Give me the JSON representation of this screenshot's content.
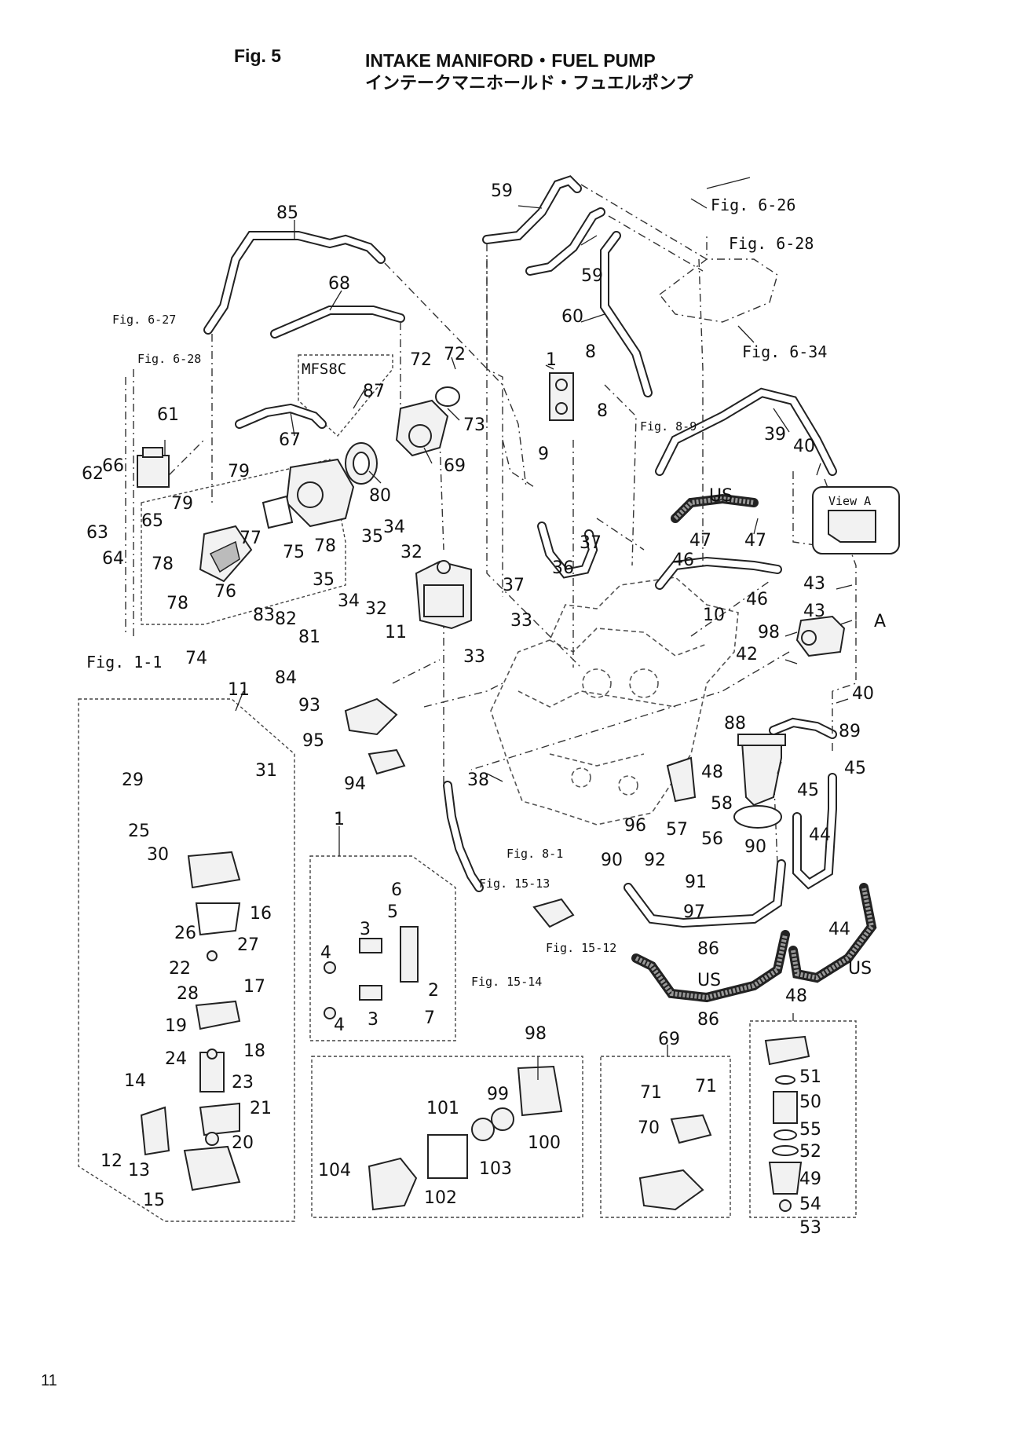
{
  "header": {
    "fig_no": "Fig. 5",
    "title_en": "INTAKE MANIFORD・FUEL PUMP",
    "title_jp": "インテークマニホールド・フュエルポンプ"
  },
  "page_number": "11",
  "view_a": {
    "label": "View A"
  },
  "variant_label": "MFS8C",
  "callouts": {
    "c1": "1",
    "c1b": "1",
    "c2": "2",
    "c3a": "3",
    "c3b": "3",
    "c4a": "4",
    "c4b": "4",
    "c5": "5",
    "c6": "6",
    "c7": "7",
    "c8a": "8",
    "c8b": "8",
    "c9": "9",
    "c10": "10",
    "c11a": "11",
    "c11b": "11",
    "c12": "12",
    "c13": "13",
    "c14": "14",
    "c15": "15",
    "c16": "16",
    "c17": "17",
    "c18": "18",
    "c19": "19",
    "c20": "20",
    "c21": "21",
    "c22": "22",
    "c23": "23",
    "c24": "24",
    "c25": "25",
    "c26": "26",
    "c27": "27",
    "c28": "28",
    "c29": "29",
    "c30": "30",
    "c31": "31",
    "c32a": "32",
    "c32b": "32",
    "c33a": "33",
    "c33b": "33",
    "c34a": "34",
    "c34b": "34",
    "c35a": "35",
    "c35b": "35",
    "c36": "36",
    "c37a": "37",
    "c37b": "37",
    "c38": "38",
    "c39": "39",
    "c40a": "40",
    "c40b": "40",
    "c42": "42",
    "c43a": "43",
    "c43b": "43",
    "c44a": "44",
    "c44b": "44",
    "c45a": "45",
    "c45b": "45",
    "c46a": "46",
    "c46b": "46",
    "c47a": "47",
    "c47b": "47",
    "c48a": "48",
    "c48b": "48",
    "c49": "49",
    "c50": "50",
    "c51": "51",
    "c52": "52",
    "c53": "53",
    "c54": "54",
    "c55": "55",
    "c56": "56",
    "c57": "57",
    "c58": "58",
    "c59a": "59",
    "c59b": "59",
    "c60": "60",
    "c61": "61",
    "c62": "62",
    "c63": "63",
    "c64": "64",
    "c65": "65",
    "c66": "66",
    "c67": "67",
    "c68": "68",
    "c69a": "69",
    "c69b": "69",
    "c70": "70",
    "c71a": "71",
    "c71b": "71",
    "c72a": "72",
    "c72b": "72",
    "c73": "73",
    "c74": "74",
    "c75": "75",
    "c76": "76",
    "c77": "77",
    "c78a": "78",
    "c78b": "78",
    "c78c": "78",
    "c79a": "79",
    "c79b": "79",
    "c80": "80",
    "c81": "81",
    "c82": "82",
    "c83": "83",
    "c84": "84",
    "c85": "85",
    "c86a": "86",
    "c86b": "86",
    "c87": "87",
    "c88": "88",
    "c89": "89",
    "c90a": "90",
    "c90b": "90",
    "c91": "91",
    "c92": "92",
    "c93": "93",
    "c94": "94",
    "c95": "95",
    "c96": "96",
    "c97": "97",
    "c98a": "98",
    "c98b": "98",
    "c99": "99",
    "c100": "100",
    "c101": "101",
    "c102": "102",
    "c103": "103",
    "c104": "104",
    "us1": "US",
    "us2": "US",
    "us3": "US",
    "a": "A"
  },
  "references": {
    "r626": "Fig. 6-26",
    "r628a": "Fig. 6-28",
    "r634": "Fig. 6-34",
    "r627": "Fig. 6-27",
    "r628b": "Fig. 6-28",
    "r89": "Fig. 8-9",
    "r11": "Fig. 1-1",
    "r81": "Fig. 8-1",
    "r1513": "Fig. 15-13",
    "r1512": "Fig. 15-12",
    "r1514": "Fig. 15-14"
  }
}
